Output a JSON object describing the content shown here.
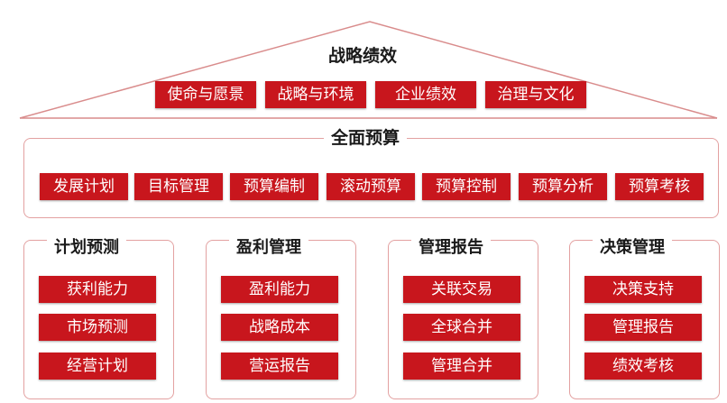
{
  "top": {
    "title": "战略绩效",
    "items": [
      "使命与愿景",
      "战略与环境",
      "企业绩效",
      "治理与文化"
    ]
  },
  "middle": {
    "title": "全面预算",
    "items": [
      "发展计划",
      "目标管理",
      "预算编制",
      "滚动预算",
      "预算控制",
      "预算分析",
      "预算考核"
    ]
  },
  "columns": [
    {
      "title": "计划预测",
      "items": [
        "获利能力",
        "市场预测",
        "经营计划"
      ]
    },
    {
      "title": "盈利管理",
      "items": [
        "盈利能力",
        "战略成本",
        "营运报告"
      ]
    },
    {
      "title": "管理报告",
      "items": [
        "关联交易",
        "全球合并",
        "管理合并"
      ]
    },
    {
      "title": "决策管理",
      "items": [
        "决策支持",
        "管理报告",
        "绩效考核"
      ]
    }
  ],
  "colors": {
    "accent": "#c8161d",
    "frame": "#e3a1a1"
  }
}
